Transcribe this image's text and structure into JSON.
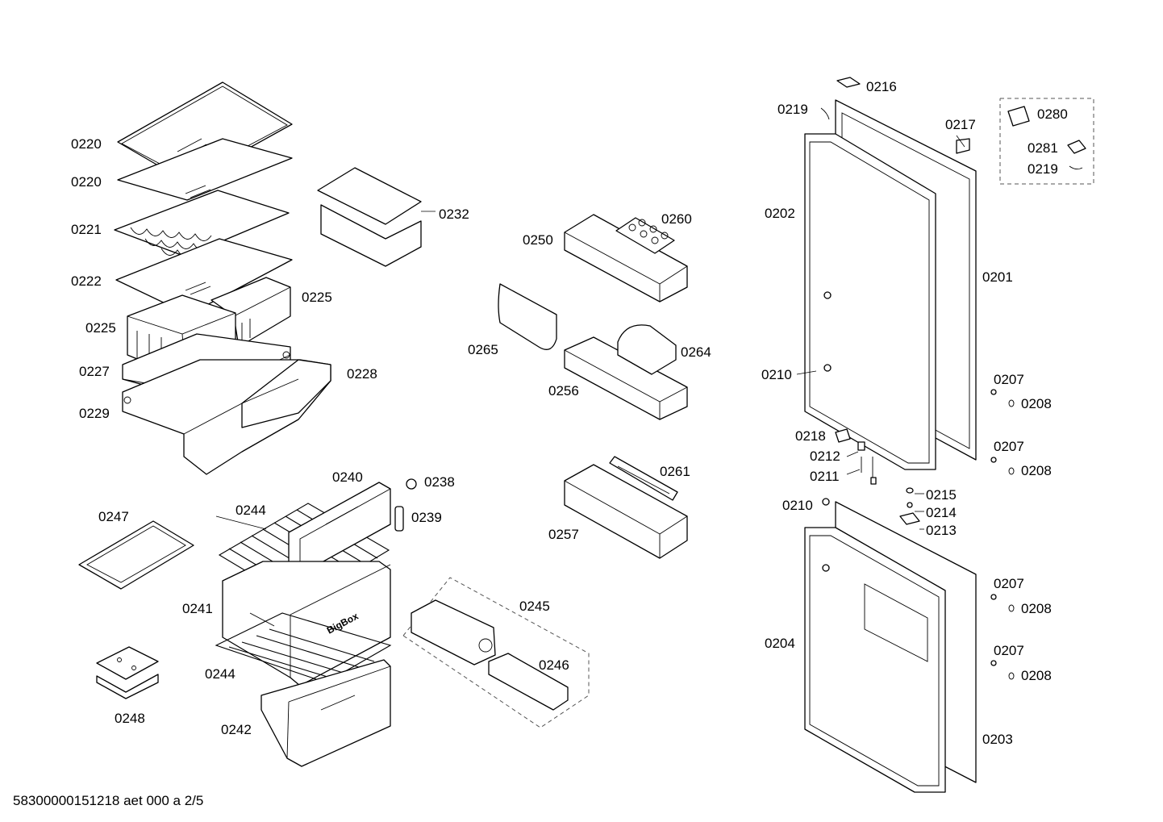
{
  "labels": {
    "p0220a": "0220",
    "p0220b": "0220",
    "p0221": "0221",
    "p0222": "0222",
    "p0225a": "0225",
    "p0225b": "0225",
    "p0227": "0227",
    "p0228": "0228",
    "p0229": "0229",
    "p0232": "0232",
    "p0240": "0240",
    "p0238": "0238",
    "p0239": "0239",
    "p0244a": "0244",
    "p0244b": "0244",
    "p0247": "0247",
    "p0241": "0241",
    "p0248": "0248",
    "p0242": "0242",
    "p0245": "0245",
    "p0246": "0246",
    "p0250": "0250",
    "p0260": "0260",
    "p0265": "0265",
    "p0264": "0264",
    "p0256": "0256",
    "p0261": "0261",
    "p0257": "0257",
    "p0216": "0216",
    "p0219a": "0219",
    "p0217": "0217",
    "p0280": "0280",
    "p0281": "0281",
    "p0219b": "0219",
    "p0202": "0202",
    "p0201": "0201",
    "p0210a": "0210",
    "p0207a": "0207",
    "p0208a": "0208",
    "p0218": "0218",
    "p0207b": "0207",
    "p0212": "0212",
    "p0208b": "0208",
    "p0211": "0211",
    "p0215": "0215",
    "p0210b": "0210",
    "p0214": "0214",
    "p0213": "0213",
    "p0207c": "0207",
    "p0208c": "0208",
    "p0204": "0204",
    "p0207d": "0207",
    "p0208d": "0208",
    "p0203": "0203"
  },
  "brand_text": "BigBox",
  "footer": "58300000151218 aet 000 a 2/5"
}
